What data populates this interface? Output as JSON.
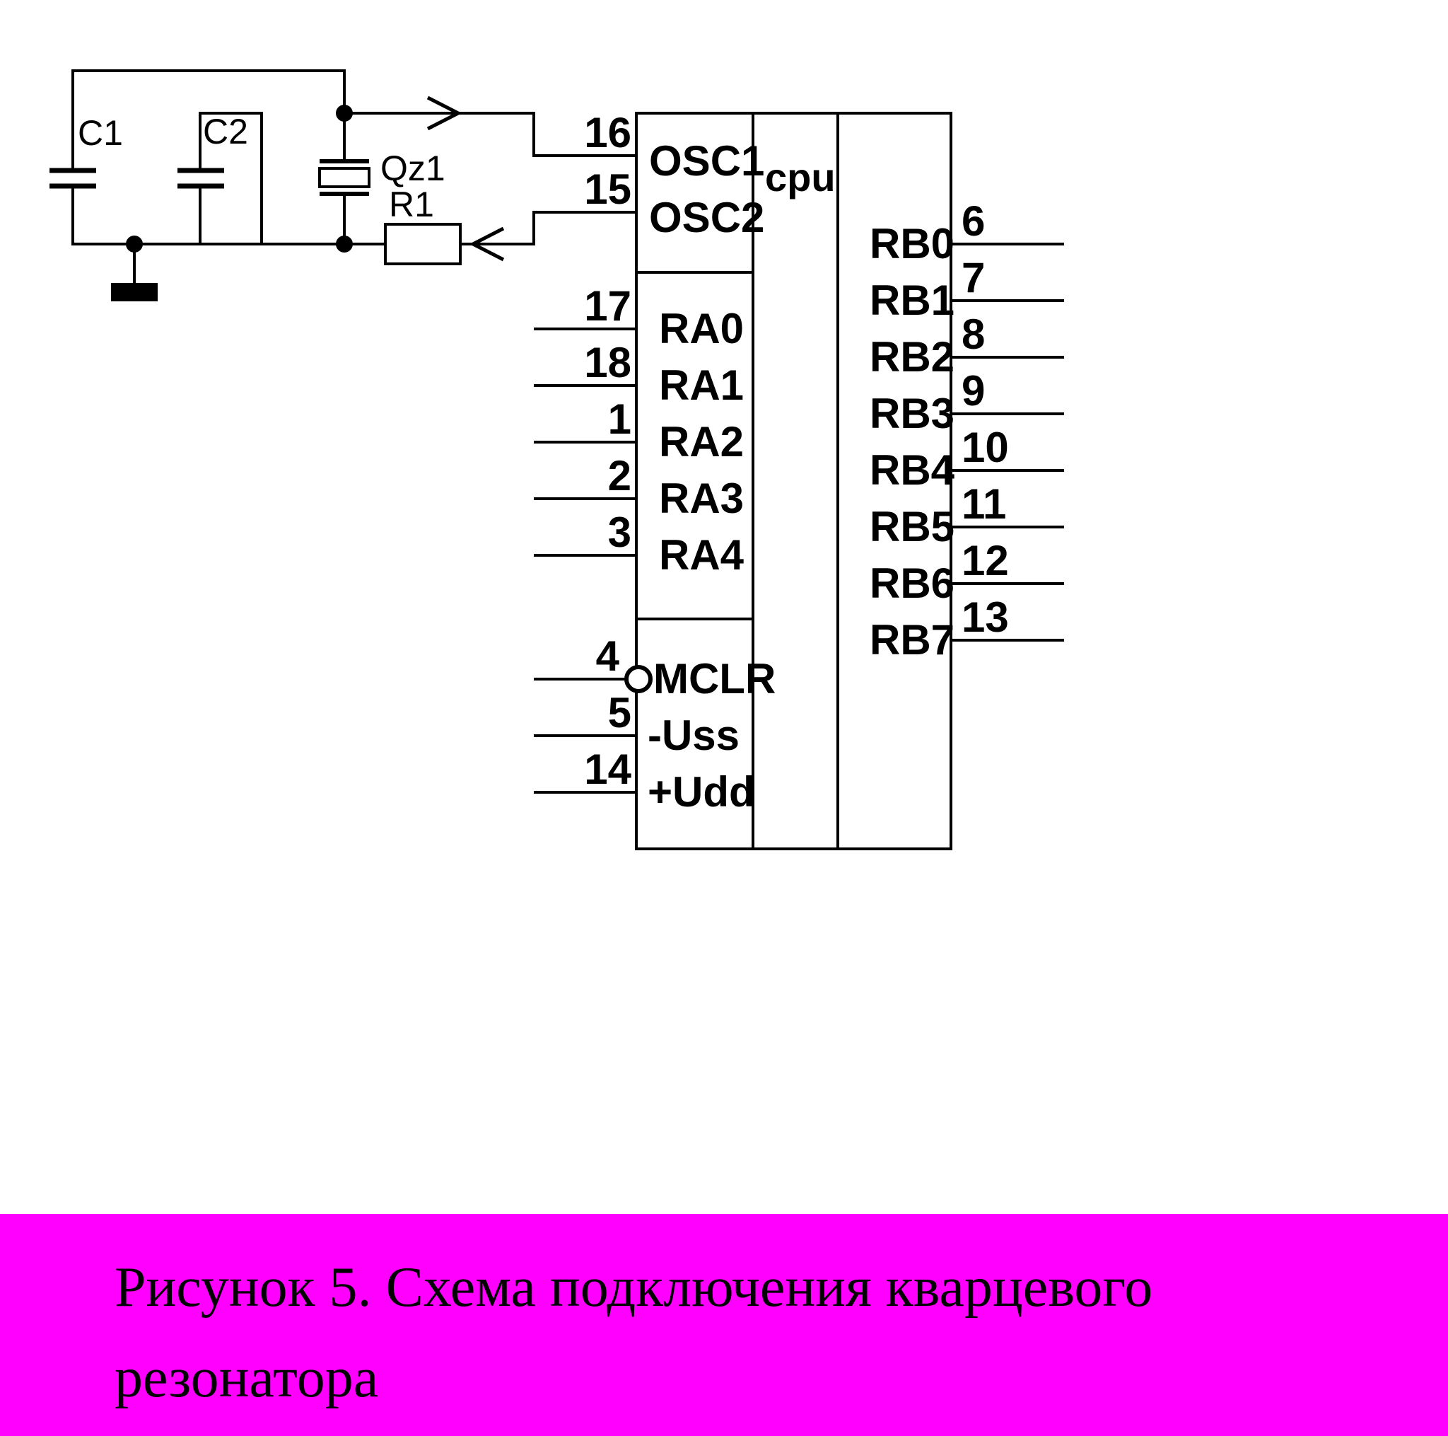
{
  "schematic": {
    "components": {
      "c1_label": "C1",
      "c2_label": "C2",
      "qz1_label": "Qz1",
      "r1_label": "R1"
    },
    "cpu": {
      "title": "cpu",
      "osc_pins": [
        {
          "num": "16",
          "label": "OSC1"
        },
        {
          "num": "15",
          "label": "OSC2"
        }
      ],
      "ra_pins": [
        {
          "num": "17",
          "label": "RA0"
        },
        {
          "num": "18",
          "label": "RA1"
        },
        {
          "num": "1",
          "label": "RA2"
        },
        {
          "num": "2",
          "label": "RA3"
        },
        {
          "num": "3",
          "label": "RA4"
        }
      ],
      "ctrl_pins": [
        {
          "num": "4",
          "label": "MCLR"
        },
        {
          "num": "5",
          "label": "-Uss"
        },
        {
          "num": "14",
          "label": "+Udd"
        }
      ],
      "rb_pins": [
        {
          "num": "6",
          "label": "RB0"
        },
        {
          "num": "7",
          "label": "RB1"
        },
        {
          "num": "8",
          "label": "RB2"
        },
        {
          "num": "9",
          "label": "RB3"
        },
        {
          "num": "10",
          "label": "RB4"
        },
        {
          "num": "11",
          "label": "RB5"
        },
        {
          "num": "12",
          "label": "RB6"
        },
        {
          "num": "13",
          "label": "RB7"
        }
      ]
    }
  },
  "caption": {
    "line1": "Рисунок 5. Схема подключения кварцевого",
    "line2": "резонатора",
    "background_color": "#FF00FF",
    "text_color": "#000000"
  },
  "colors": {
    "diagram_line": "#000000",
    "page_background": "#FFFFFF"
  }
}
